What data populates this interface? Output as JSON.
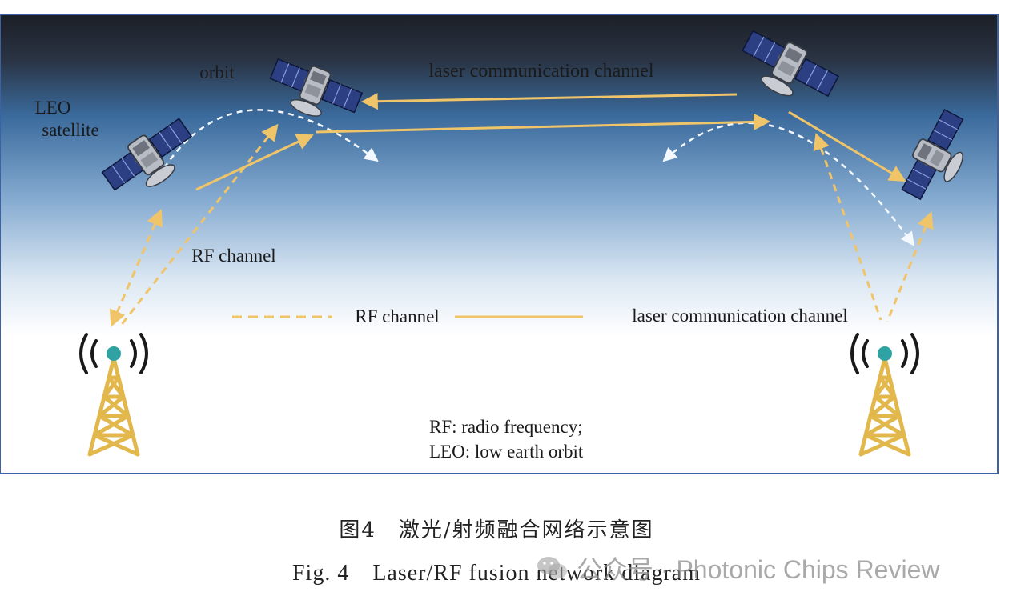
{
  "figure": {
    "labels": {
      "leo_line1": "LEO",
      "leo_line2": "satellite",
      "orbit": "orbit",
      "laser_top": "laser communication channel",
      "rf_channel": "RF channel",
      "legend_rf": "RF channel",
      "legend_laser": "laser communication channel",
      "abbrev_rf": "RF: radio frequency;",
      "abbrev_leo": "LEO: low earth orbit"
    },
    "colors": {
      "sky_top": "#1c1f26",
      "sky_mid": "#2f5d8f",
      "sky_light": "#bcd3ea",
      "link": "#f0c469",
      "tower": "#e2b84d",
      "beacon": "#2fa3a3",
      "border": "#3b62a8"
    }
  },
  "caption": {
    "chinese": "图4　激光/射频融合网络示意图",
    "english": "Fig. 4　Laser/RF fusion network diagram"
  },
  "watermark": {
    "text": "公众号 · Photonic Chips Review"
  }
}
